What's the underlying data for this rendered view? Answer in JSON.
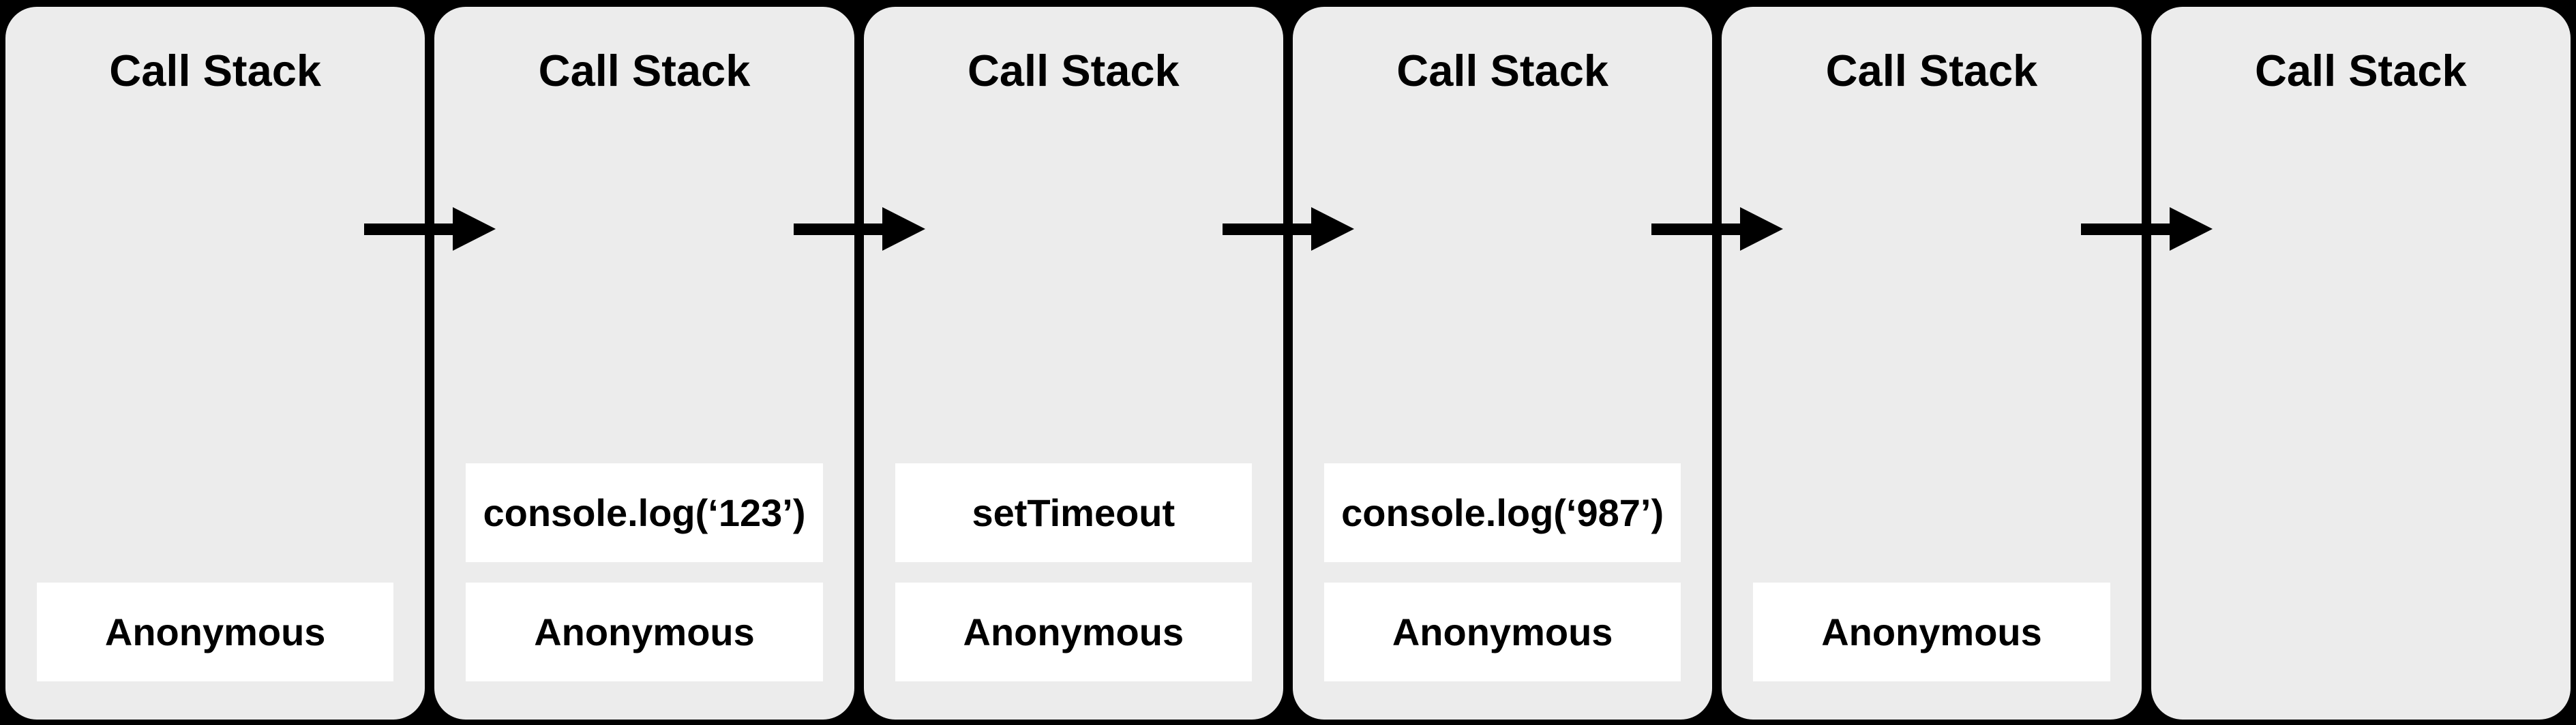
{
  "panels": [
    {
      "title": "Call Stack",
      "frames": [
        "Anonymous"
      ]
    },
    {
      "title": "Call Stack",
      "frames": [
        "console.log(‘123’)",
        "Anonymous"
      ]
    },
    {
      "title": "Call Stack",
      "frames": [
        "setTimeout",
        "Anonymous"
      ]
    },
    {
      "title": "Call Stack",
      "frames": [
        "console.log(‘987’)",
        "Anonymous"
      ]
    },
    {
      "title": "Call Stack",
      "frames": [
        "Anonymous"
      ]
    },
    {
      "title": "Call Stack",
      "frames": []
    }
  ],
  "arrows": {
    "count": 5,
    "direction": "right"
  },
  "colors": {
    "background": "#000000",
    "panel": "#ececec",
    "frame": "#ffffff",
    "text": "#000000"
  }
}
